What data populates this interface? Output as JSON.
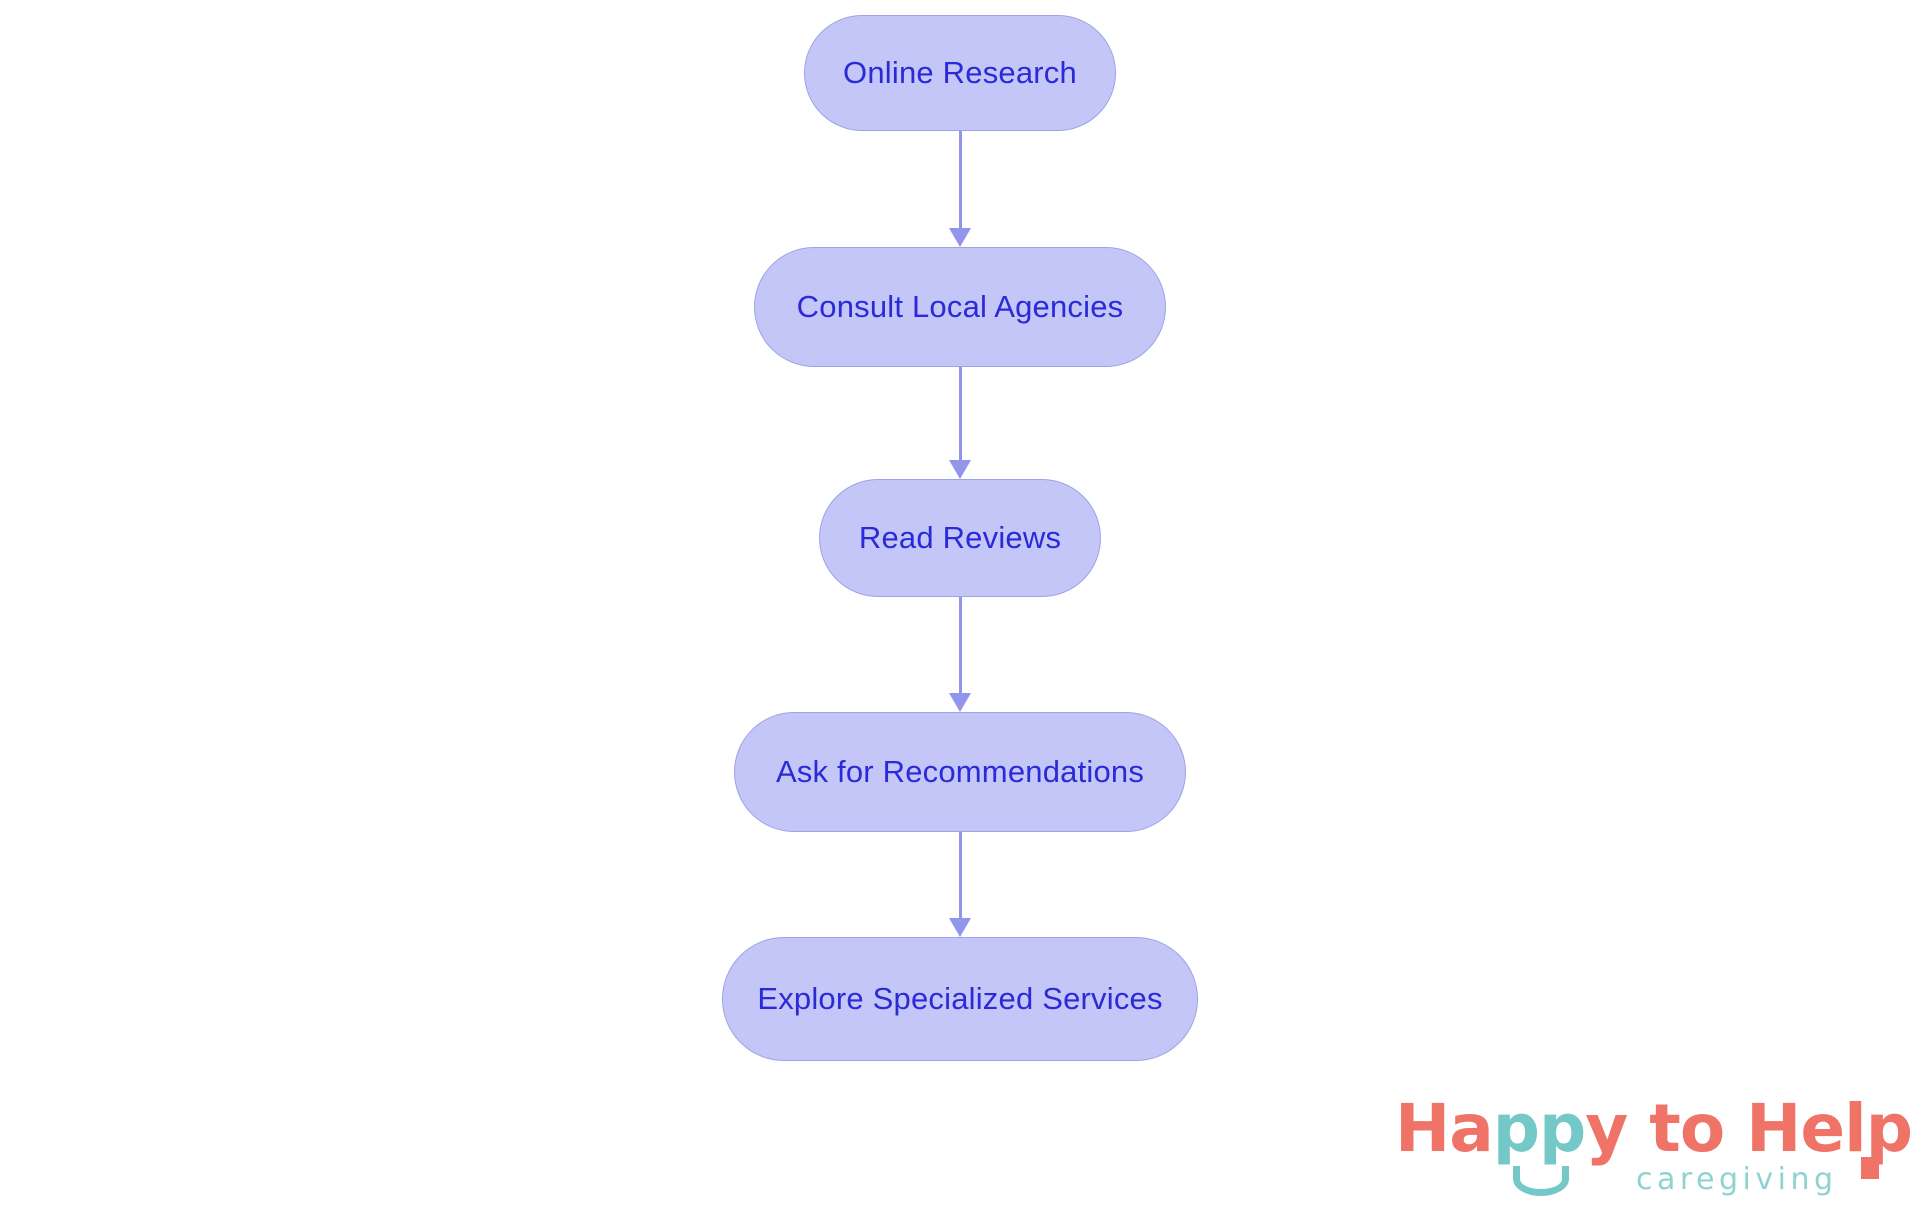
{
  "diagram": {
    "type": "flowchart",
    "orientation": "top-to-bottom",
    "title": "",
    "nodes": [
      {
        "id": "online-research",
        "label": "Online Research"
      },
      {
        "id": "consult-local-agencies",
        "label": "Consult Local Agencies"
      },
      {
        "id": "read-reviews",
        "label": "Read Reviews"
      },
      {
        "id": "ask-for-recommendations",
        "label": "Ask for Recommendations"
      },
      {
        "id": "explore-specialized-services",
        "label": "Explore Specialized Services"
      }
    ],
    "edges": [
      {
        "from": "online-research",
        "to": "consult-local-agencies",
        "label": ""
      },
      {
        "from": "consult-local-agencies",
        "to": "read-reviews",
        "label": ""
      },
      {
        "from": "read-reviews",
        "to": "ask-for-recommendations",
        "label": ""
      },
      {
        "from": "ask-for-recommendations",
        "to": "explore-specialized-services",
        "label": ""
      }
    ],
    "colors": {
      "background": "#ffffff",
      "node_fill": "#c3c6f7",
      "node_border": "#9ea3e6",
      "node_text": "#2a2ad9",
      "arrow": "#9295ec"
    }
  },
  "logo": {
    "word_1": "Ha",
    "word_2": "pp",
    "word_3": "y to Help",
    "tagline": "caregiving",
    "colors": {
      "coral": "#ef7367",
      "teal": "#74c9c8",
      "tagline_teal": "#8fd3d1"
    }
  }
}
